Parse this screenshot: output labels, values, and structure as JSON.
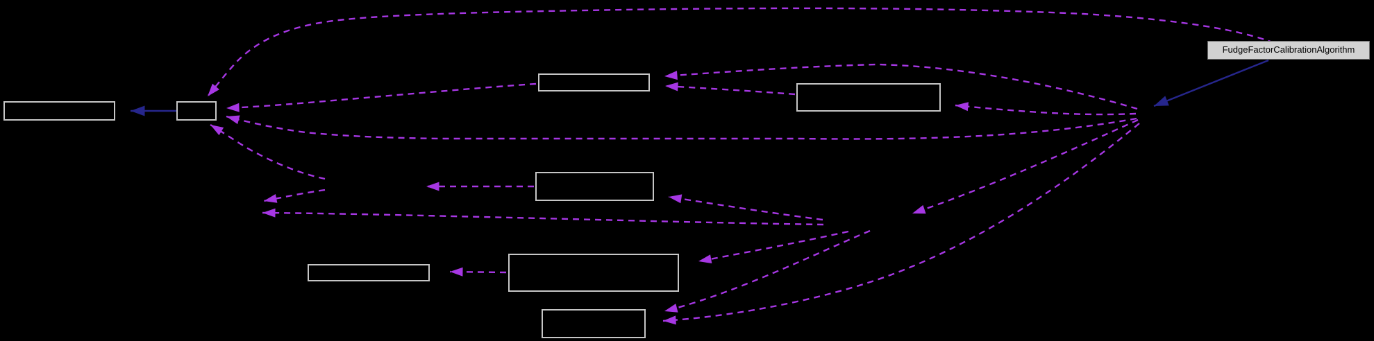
{
  "diagram": {
    "type": "doxygen-collaboration-graph",
    "highlight_node": {
      "label": "FudgeFactorCalibrationAlgorithm"
    },
    "nodes": [
      {
        "id": "node-left",
        "label": ""
      },
      {
        "id": "node-small",
        "label": ""
      },
      {
        "id": "node-top-middle",
        "label": ""
      },
      {
        "id": "node-right-middle",
        "label": ""
      },
      {
        "id": "node-middle",
        "label": ""
      },
      {
        "id": "node-small-bottom",
        "label": ""
      },
      {
        "id": "node-large-bottom",
        "label": ""
      },
      {
        "id": "node-bottom",
        "label": ""
      },
      {
        "id": "node-highlight",
        "label": "FudgeFactorCalibrationAlgorithm"
      }
    ],
    "colors": {
      "background": "#000000",
      "node-border": "#c6c6c6",
      "node-fill": "#000000",
      "highlight-fill": "#d2d2d2",
      "highlight-border": "#707070",
      "highlight-text": "#000000",
      "dependency-edge": "#a637e3",
      "inheritance-edge": "#26268c"
    }
  }
}
